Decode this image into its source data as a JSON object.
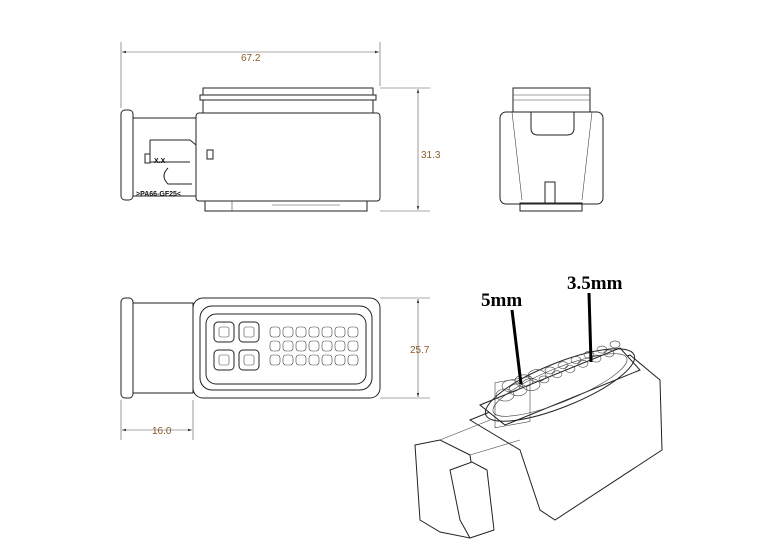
{
  "dimensions": {
    "length": "67.2",
    "height": "31.3",
    "width": "25.7",
    "tab_length": "16.0"
  },
  "labels": {
    "revision_mark": "X.X",
    "material": ">PA66-GF25<",
    "pin_large": "5mm",
    "pin_small": "3.5mm"
  },
  "colors": {
    "dimension_text": "#8a5a2a"
  }
}
